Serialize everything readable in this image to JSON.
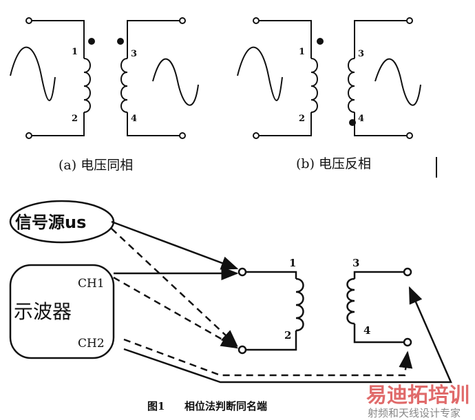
{
  "panel_a": {
    "caption": "(a) 电压同相",
    "pins": [
      "1",
      "2",
      "3",
      "4"
    ]
  },
  "panel_b": {
    "caption": "(b) 电压反相",
    "pins": [
      "1",
      "2",
      "3",
      "4"
    ]
  },
  "circuit": {
    "source": "信号源us",
    "scope": "示波器",
    "ch1": "CH1",
    "ch2": "CH2",
    "pins": [
      "1",
      "2",
      "3",
      "4"
    ]
  },
  "figure_caption": {
    "label": "图1",
    "title": "相位法判断同名端"
  },
  "watermark": {
    "brand": "易迪拓培训",
    "slogan": "射频和天线设计专家"
  }
}
